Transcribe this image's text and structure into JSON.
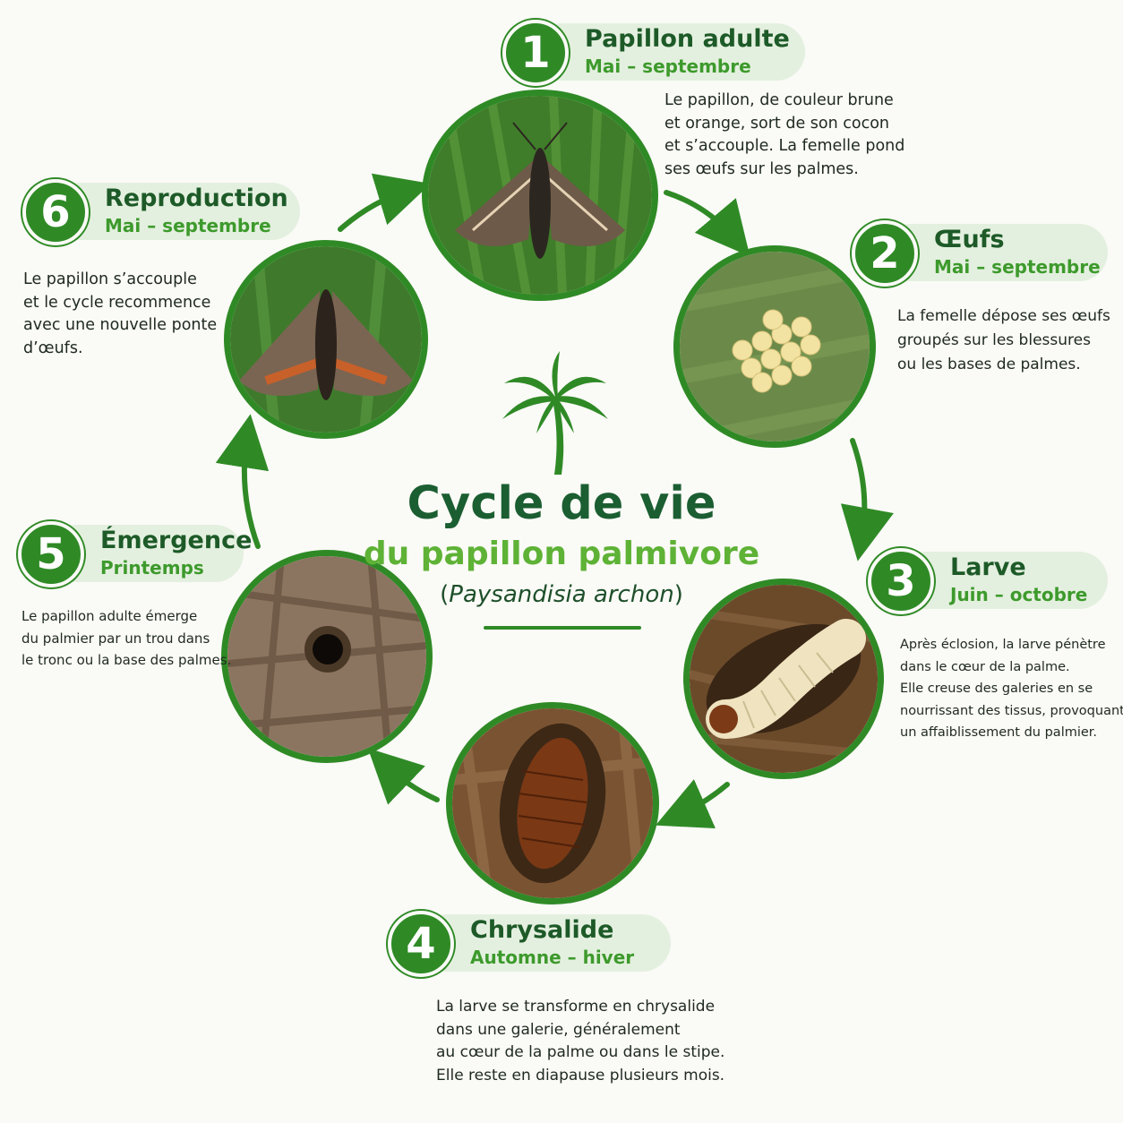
{
  "title": {
    "main": "Cycle de vie",
    "sub": "du papillon palmivore",
    "species_open": "(",
    "species": "Paysandisia archon",
    "species_close": ")"
  },
  "stages": [
    {
      "number": "1",
      "title": "Papillon adulte",
      "period": "Mai – septembre",
      "lines": [
        "Le papillon, de couleur brune",
        "et orange, sort de son cocon",
        "et s’accouple. La femelle pond",
        "ses œufs sur les palmes."
      ]
    },
    {
      "number": "2",
      "title": "Œufs",
      "period": "Mai – septembre",
      "lines": [
        "La femelle dépose ses œufs",
        "groupés sur les blessures",
        "ou les bases de palmes."
      ]
    },
    {
      "number": "3",
      "title": "Larve",
      "period": "Juin – octobre",
      "lines": [
        "Après éclosion, la larve pénètre",
        "dans le cœur de la palme.",
        "Elle creuse des galeries en se",
        "nourrissant des tissus, provoquant",
        "un affaiblissement du palmier."
      ]
    },
    {
      "number": "4",
      "title": "Chrysalide",
      "period": "Automne – hiver",
      "lines": [
        "La larve se transforme en chrysalide",
        "dans une galerie, généralement",
        "au cœur de la palme ou dans le stipe.",
        "Elle reste en diapause plusieurs mois."
      ]
    },
    {
      "number": "5",
      "title": "Émergence",
      "period": "Printemps",
      "lines": [
        "Le papillon adulte émerge",
        "du palmier par un trou dans",
        "le tronc ou la base des palmes."
      ]
    },
    {
      "number": "6",
      "title": "Reproduction",
      "period": "Mai – septembre",
      "lines": [
        "Le papillon s’accouple",
        "et le cycle recommence",
        "avec une nouvelle ponte",
        "d’œufs."
      ]
    }
  ],
  "colors": {
    "accent": "#2f8a26",
    "title_dark": "#1b5e31",
    "title_light": "#5eb236",
    "pill_bg": "#e4f0df",
    "background": "#fafaf6"
  },
  "icons": [
    "palm-tree-icon",
    "cycle-arrow-icon"
  ]
}
